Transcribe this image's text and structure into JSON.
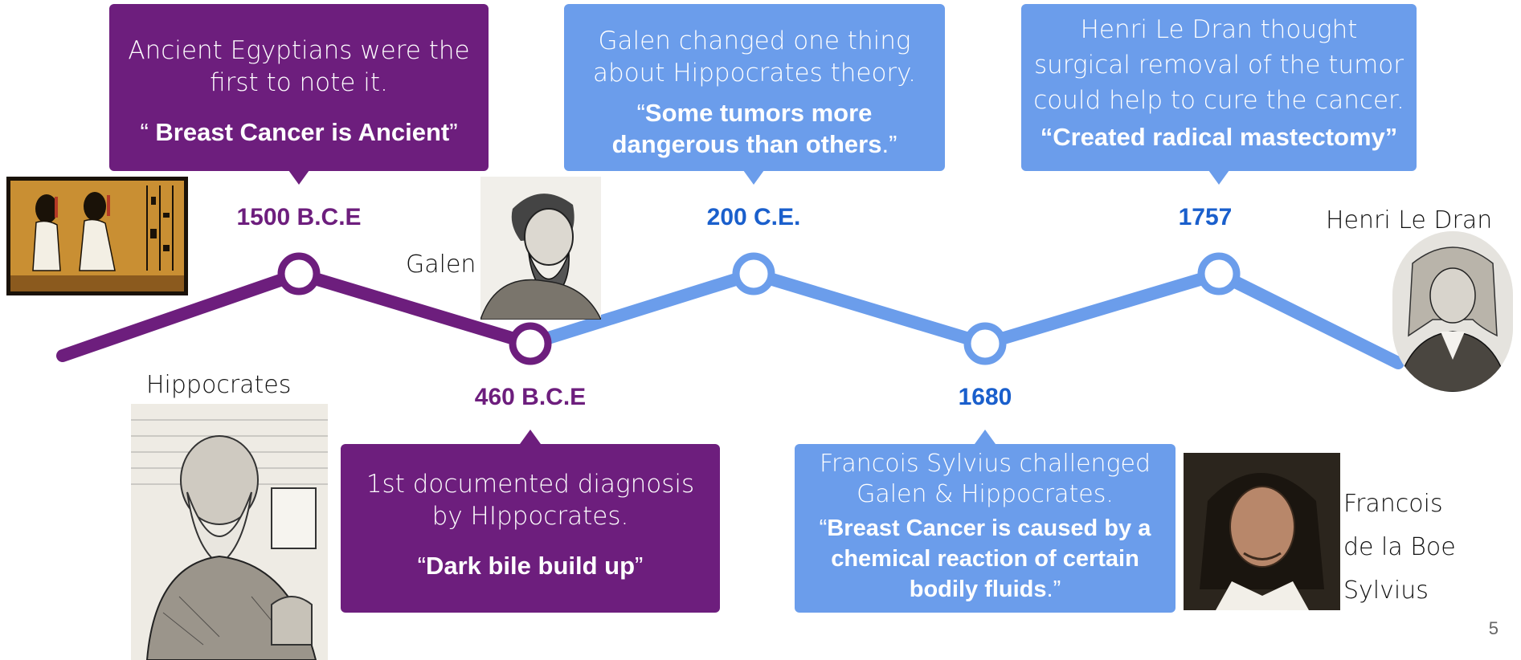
{
  "slide_number": "5",
  "colors": {
    "purple": "#6d1e7d",
    "blue": "#6b9deb",
    "date_blue": "#1a5fcc"
  },
  "events": [
    {
      "date": "1500 B.C.E",
      "text": "Ancient Egyptians were the first to note it.",
      "quote_open": "“ ",
      "quote_bold": "Breast Cancer is Ancient",
      "quote_close": "”"
    },
    {
      "date": "460 B.C.E",
      "text": "1st documented diagnosis by HIppocrates.",
      "quote_open": "“",
      "quote_bold": "Dark bile build up",
      "quote_close": "”"
    },
    {
      "date": "200 C.E.",
      "text": "Galen changed one thing about Hippocrates theory.",
      "quote_open": "“",
      "quote_bold": "Some tumors more dangerous than others",
      "quote_close": ".”"
    },
    {
      "date": "1680",
      "text": "Francois Sylvius challenged Galen & Hippocrates.",
      "quote_open": "“",
      "quote_bold": "Breast Cancer is caused by a chemical reaction of certain bodily fluids",
      "quote_close": ".”"
    },
    {
      "date": "1757",
      "text": "Henri Le Dran thought surgical removal of the tumor could help to cure the cancer.",
      "quote_open": "",
      "quote_bold": "“Created radical mastectomy”",
      "quote_close": ""
    }
  ],
  "people": {
    "hippocrates": "Hippocrates",
    "galen": "Galen",
    "henri": "Henri Le Dran",
    "francois_line1": "Francois",
    "francois_line2": "de la Boe",
    "francois_line3": "Sylvius"
  }
}
